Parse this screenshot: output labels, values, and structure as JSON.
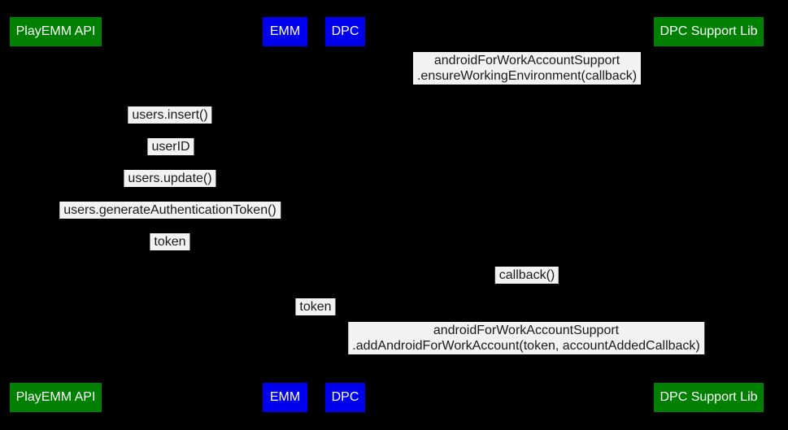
{
  "diagram": {
    "type": "sequence-diagram",
    "actors": [
      {
        "id": "playemm-api",
        "label": "PlayEMM API",
        "color": "#008000"
      },
      {
        "id": "emm",
        "label": "EMM",
        "color": "#0000ee"
      },
      {
        "id": "dpc",
        "label": "DPC",
        "color": "#0000ee"
      },
      {
        "id": "dpc-support-lib",
        "label": "DPC Support Lib",
        "color": "#008000"
      }
    ],
    "messages": {
      "ensure_env": {
        "line1": "androidForWorkAccountSupport",
        "line2": ".ensureWorkingEnvironment(callback)"
      },
      "users_insert": {
        "text": "users.insert()"
      },
      "user_id": {
        "text": "userID"
      },
      "users_update": {
        "text": "users.update()"
      },
      "generate_token": {
        "text": "users.generateAuthenticationToken()"
      },
      "token_to_emm": {
        "text": "token"
      },
      "callback": {
        "text": "callback()"
      },
      "token_to_dpc": {
        "text": "token"
      },
      "add_account": {
        "line1": "androidForWorkAccountSupport",
        "line2": ".addAndroidForWorkAccount(token, accountAddedCallback)"
      }
    },
    "colors": {
      "background": "#000000",
      "actor_green": "#008000",
      "actor_blue": "#0000ee",
      "actor_text": "#ffffff",
      "label_background": "#f2f2f2",
      "label_text": "#1a1a1a"
    }
  }
}
